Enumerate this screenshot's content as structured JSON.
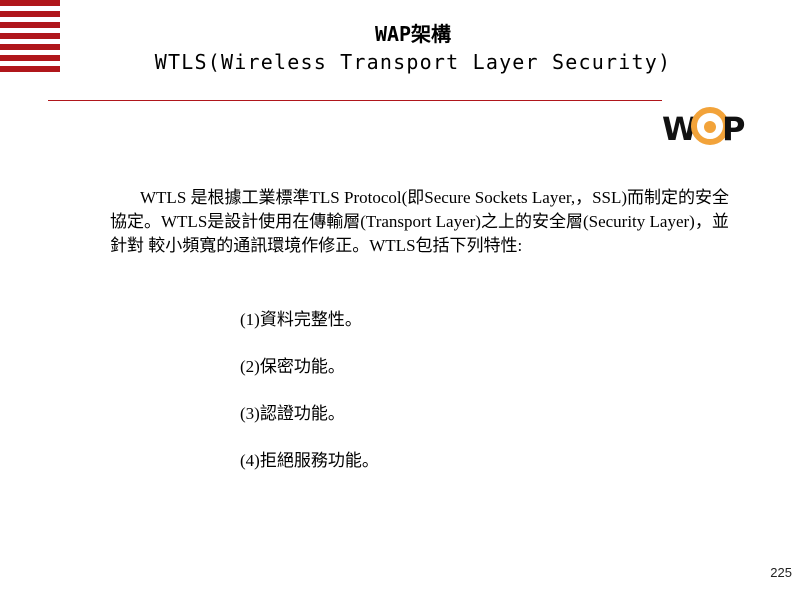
{
  "slide": {
    "title_line1": "WAP架構",
    "title_line2": "WTLS(Wireless Transport Layer Security)",
    "logo": {
      "text": "W@P",
      "icon": "wap-logo-icon",
      "colors": {
        "letters": "#111111",
        "at_sign": "#f2a33a"
      }
    },
    "body": "WTLS 是根據工業標準TLS Protocol(即Secure Sockets Layer,，SSL)而制定的安全協定。WTLS是設計使用在傳輸層(Transport Layer)之上的安全層(Security Layer)，並針對 較小頻寬的通訊環境作修正。WTLS包括下列特性:",
    "features": [
      "(1)資料完整性。",
      "(2)保密功能。",
      "(3)認證功能。",
      "(4)拒絕服務功能。"
    ],
    "page_number": "225",
    "accent_color": "#b0161b"
  }
}
